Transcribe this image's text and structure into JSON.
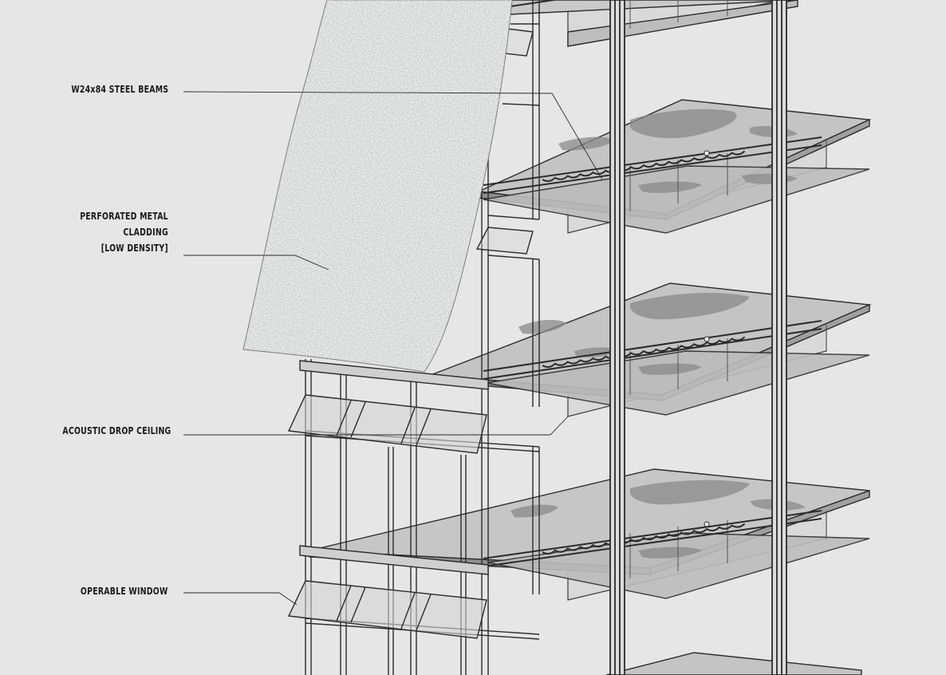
{
  "annotations": {
    "beams": {
      "text": "W24x84 STEEL BEAMS"
    },
    "cladding": {
      "lines": [
        "PERFORATED METAL",
        "CLADDING",
        "[LOW DENSITY]"
      ]
    },
    "ceiling": {
      "text": "ACOUSTIC DROP CEILING"
    },
    "window": {
      "text": "OPERABLE WINDOW"
    }
  },
  "colors": {
    "background": "#e6e6e6",
    "line": "#2b2b2b",
    "slab": "#c4c4c4",
    "shadow": "#8a8a8a",
    "glass": "#d4d4d4",
    "cladding": "#eef0ef"
  }
}
